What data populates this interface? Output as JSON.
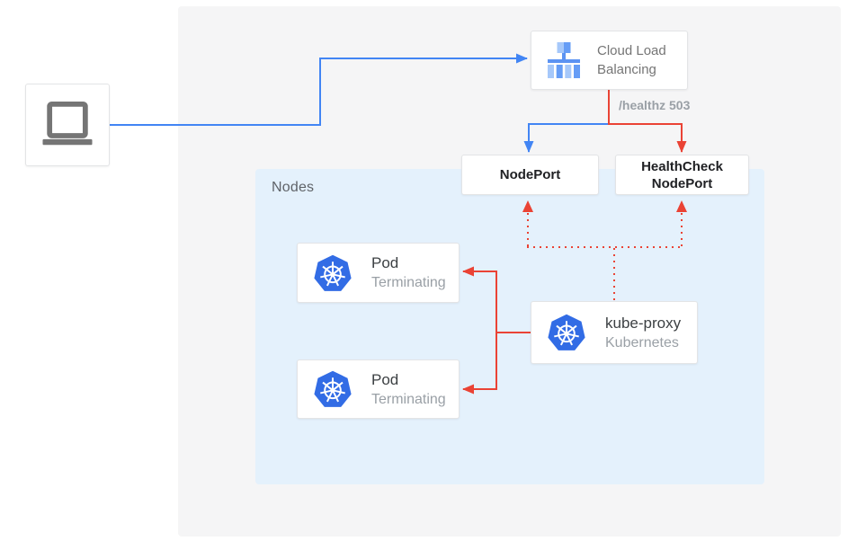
{
  "diagram": {
    "client": {
      "icon": "laptop-icon"
    },
    "cloud_load_balancing": {
      "icon": "cloud-load-balancing-icon",
      "label": "Cloud Load Balancing"
    },
    "health_check_annotation": "/healthz 503",
    "node_port": {
      "label": "NodePort"
    },
    "health_check_node_port": {
      "label": "HealthCheck NodePort"
    },
    "nodes_panel": {
      "label": "Nodes"
    },
    "pods": [
      {
        "icon": "kubernetes-icon",
        "title": "Pod",
        "subtitle": "Terminating"
      },
      {
        "icon": "kubernetes-icon",
        "title": "Pod",
        "subtitle": "Terminating"
      }
    ],
    "kube_proxy": {
      "icon": "kubernetes-icon",
      "title": "kube-proxy",
      "subtitle": "Kubernetes"
    },
    "colors": {
      "traffic_blue": "#4285F4",
      "health_red": "#EA4335",
      "kubernetes_blue": "#326CE5",
      "nodes_panel_bg": "#E4F1FC",
      "canvas_bg": "#F5F5F6"
    }
  }
}
